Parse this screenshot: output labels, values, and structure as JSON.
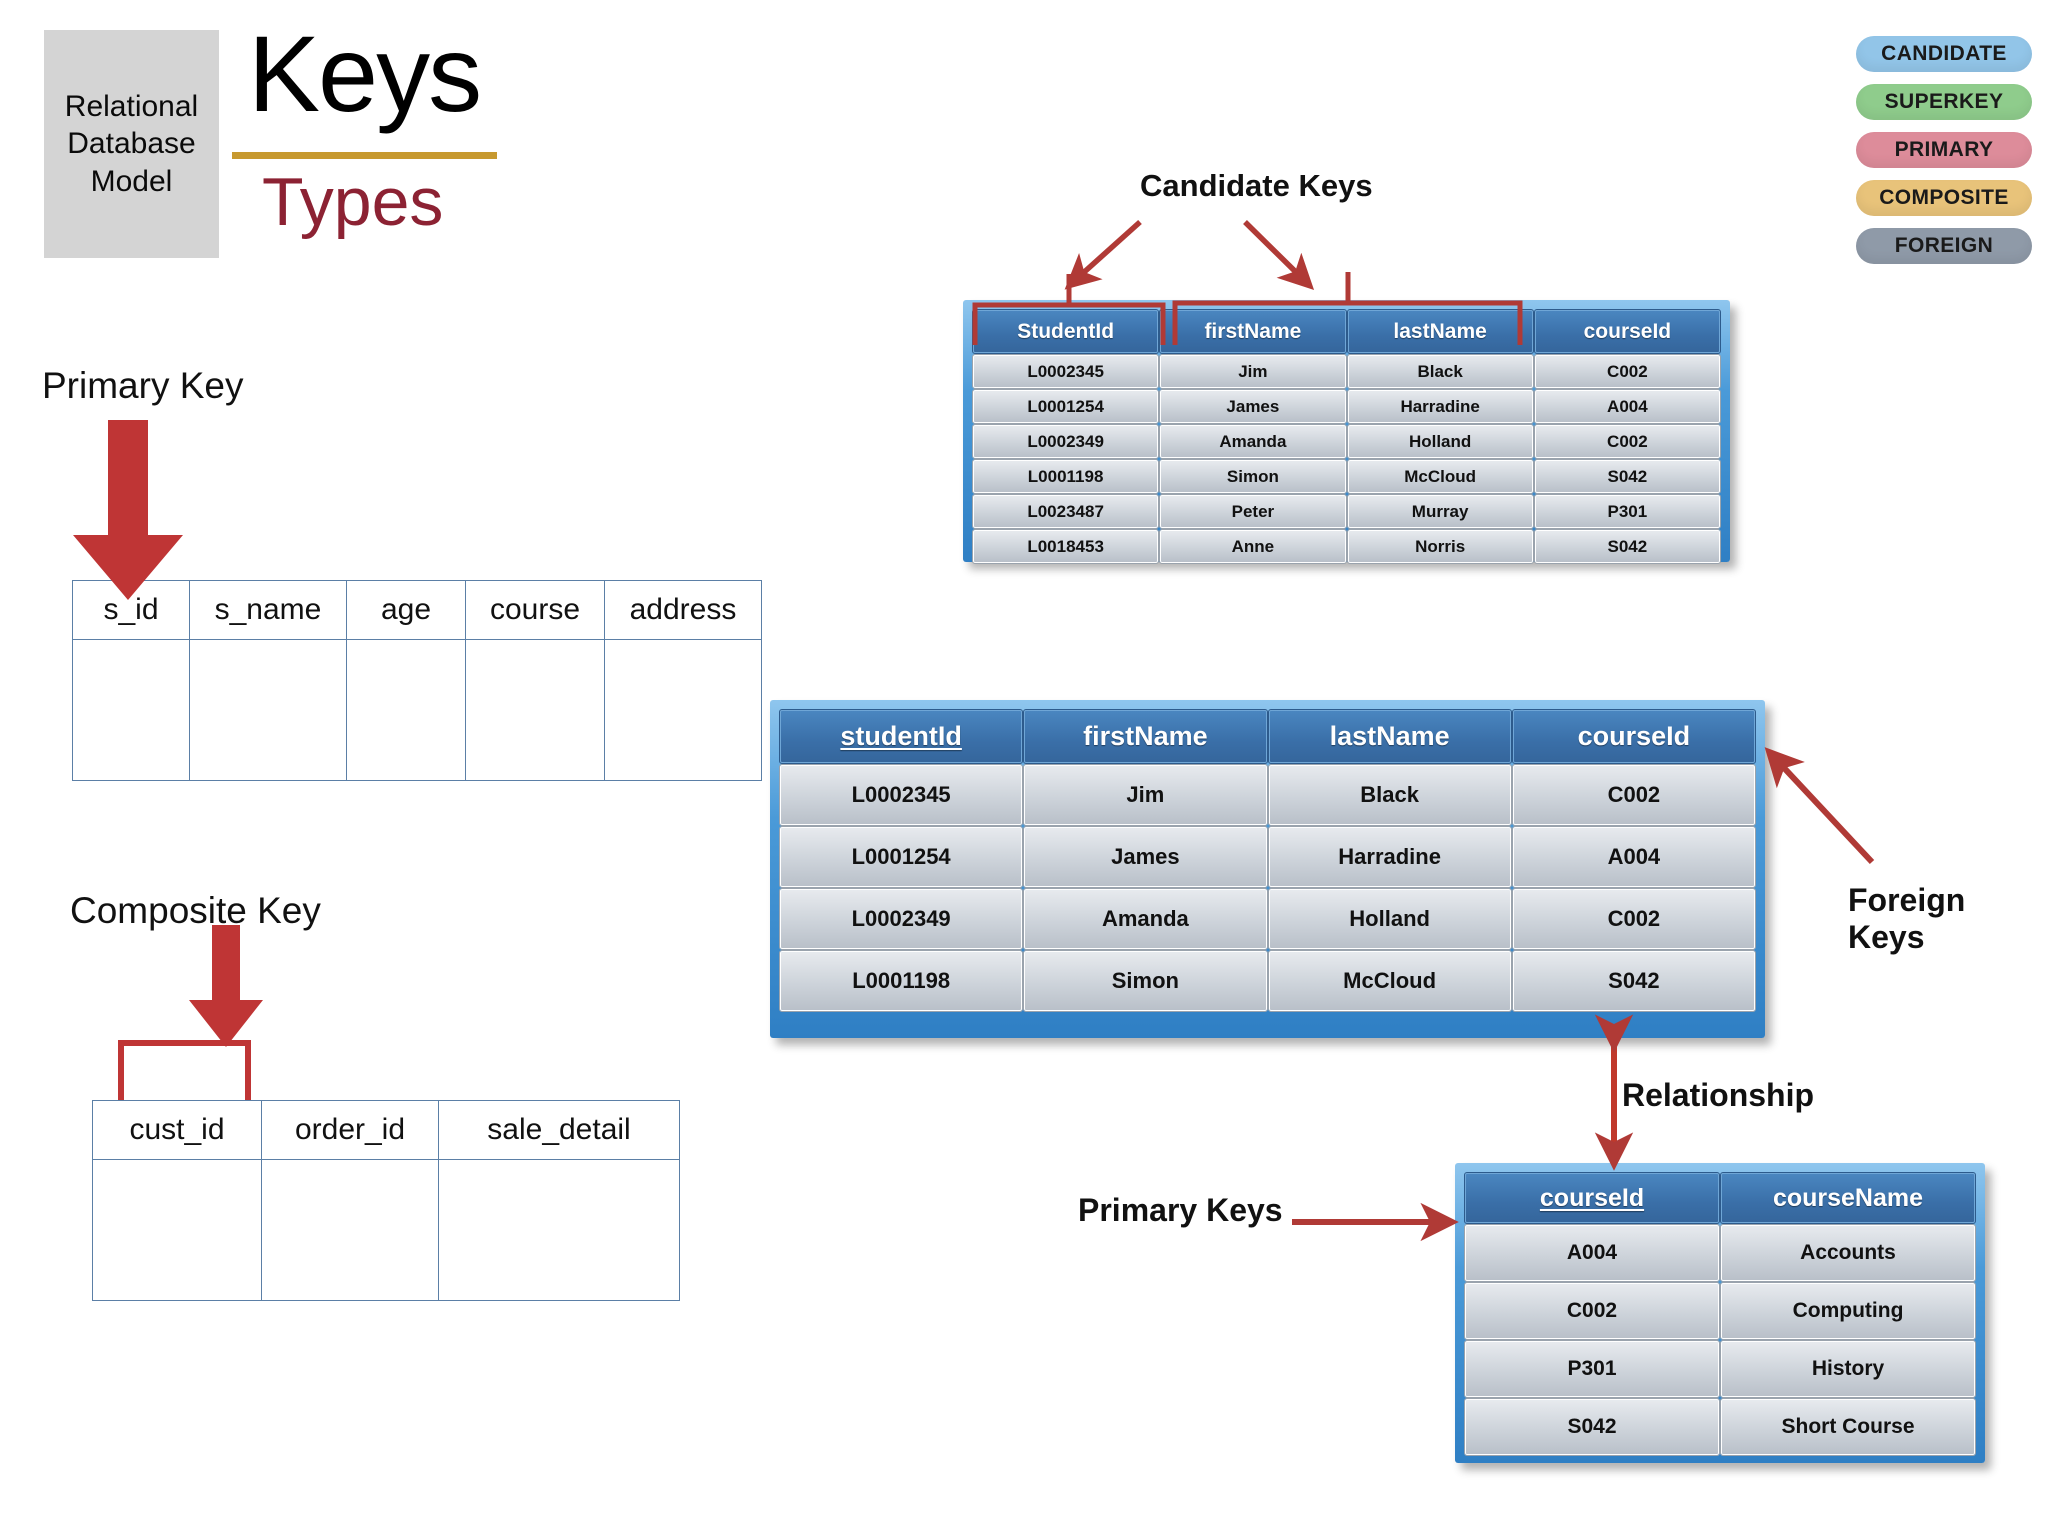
{
  "title": {
    "badge_lines": [
      "Relational",
      "Database",
      "Model"
    ],
    "main": "Keys",
    "sub": "Types",
    "rule_color": "#c7992f",
    "sub_color": "#8c2233"
  },
  "legend": {
    "items": [
      {
        "label": "CANDIDATE",
        "color": "#92c5e8"
      },
      {
        "label": "SUPERKEY",
        "color": "#8fcc8c"
      },
      {
        "label": "PRIMARY",
        "color": "#dd8c9a"
      },
      {
        "label": "COMPOSITE",
        "color": "#e8c37a"
      },
      {
        "label": "FOREIGN",
        "color": "#8f9aa8"
      }
    ]
  },
  "left": {
    "primary_key": {
      "label": "Primary Key",
      "columns": [
        "s_id",
        "s_name",
        "age",
        "course",
        "address"
      ]
    },
    "composite_key": {
      "label": "Composite Key",
      "columns": [
        "cust_id",
        "order_id",
        "sale_detail"
      ]
    }
  },
  "annotations": {
    "candidate_keys": "Candidate Keys",
    "foreign_keys": "Foreign Keys",
    "relationship": "Relationship",
    "primary_keys": "Primary Keys",
    "arrow_color": "#b03a36"
  },
  "tables": {
    "student_candidate": {
      "headers": [
        "StudentId",
        "firstName",
        "lastName",
        "courseId"
      ],
      "rows": [
        [
          "L0002345",
          "Jim",
          "Black",
          "C002"
        ],
        [
          "L0001254",
          "James",
          "Harradine",
          "A004"
        ],
        [
          "L0002349",
          "Amanda",
          "Holland",
          "C002"
        ],
        [
          "L0001198",
          "Simon",
          "McCloud",
          "S042"
        ],
        [
          "L0023487",
          "Peter",
          "Murray",
          "P301"
        ],
        [
          "L0018453",
          "Anne",
          "Norris",
          "S042"
        ]
      ]
    },
    "student_main": {
      "headers": [
        "studentId",
        "firstName",
        "lastName",
        "courseId"
      ],
      "primary_key_column": 0,
      "rows": [
        [
          "L0002345",
          "Jim",
          "Black",
          "C002"
        ],
        [
          "L0001254",
          "James",
          "Harradine",
          "A004"
        ],
        [
          "L0002349",
          "Amanda",
          "Holland",
          "C002"
        ],
        [
          "L0001198",
          "Simon",
          "McCloud",
          "S042"
        ]
      ]
    },
    "course": {
      "headers": [
        "courseId",
        "courseName"
      ],
      "primary_key_column": 0,
      "rows": [
        [
          "A004",
          "Accounts"
        ],
        [
          "C002",
          "Computing"
        ],
        [
          "P301",
          "History"
        ],
        [
          "S042",
          "Short Course"
        ]
      ]
    }
  }
}
